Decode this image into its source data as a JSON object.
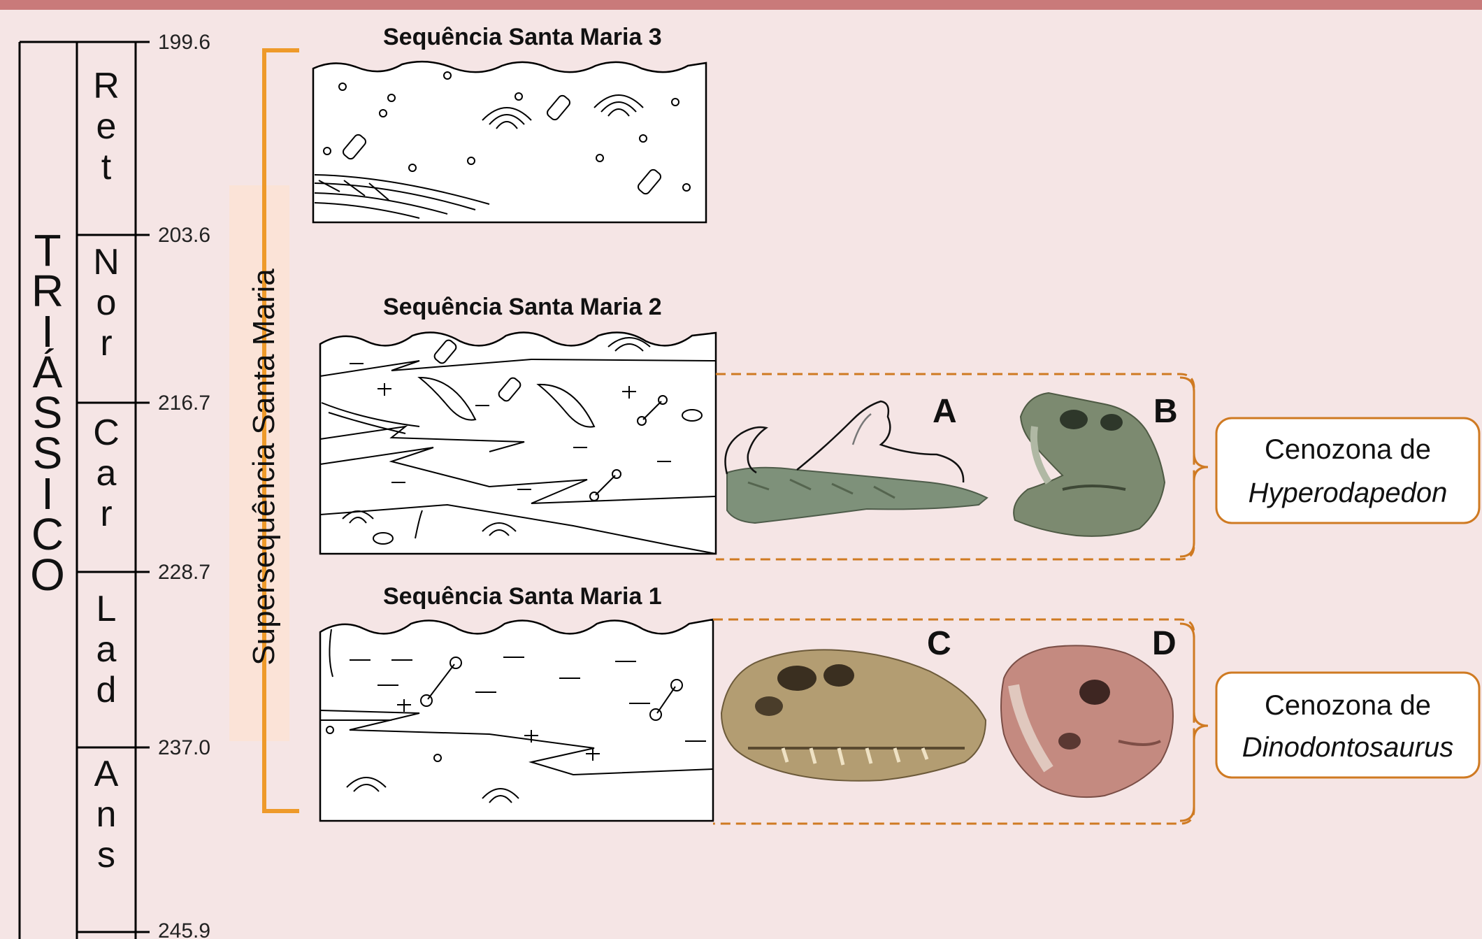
{
  "period": "TRIÁSSICO",
  "supersequence": "Supersequência Santa Maria",
  "stages": [
    {
      "label": "Ret"
    },
    {
      "label": "Nor"
    },
    {
      "label": "Car"
    },
    {
      "label": "Lad"
    },
    {
      "label": "Ans"
    }
  ],
  "ages": [
    "199.6",
    "203.6",
    "216.7",
    "228.7",
    "237.0",
    "245.9"
  ],
  "sequences": [
    {
      "title": "Sequência Santa Maria 3"
    },
    {
      "title": "Sequência Santa Maria 2"
    },
    {
      "title": "Sequência Santa Maria 1"
    }
  ],
  "specimens": [
    "A",
    "B",
    "C",
    "D"
  ],
  "cenozones": [
    {
      "line1": "Cenozona de",
      "line2": "Hyperodapedon"
    },
    {
      "line1": "Cenozona de",
      "line2": "Dinodontosaurus"
    }
  ],
  "colors": {
    "background": "#f5e5e5",
    "top_band": "#c97a7a",
    "bracket": "#ee9a2a",
    "dashed": "#cf7a22",
    "band": "#fbe3d7"
  }
}
